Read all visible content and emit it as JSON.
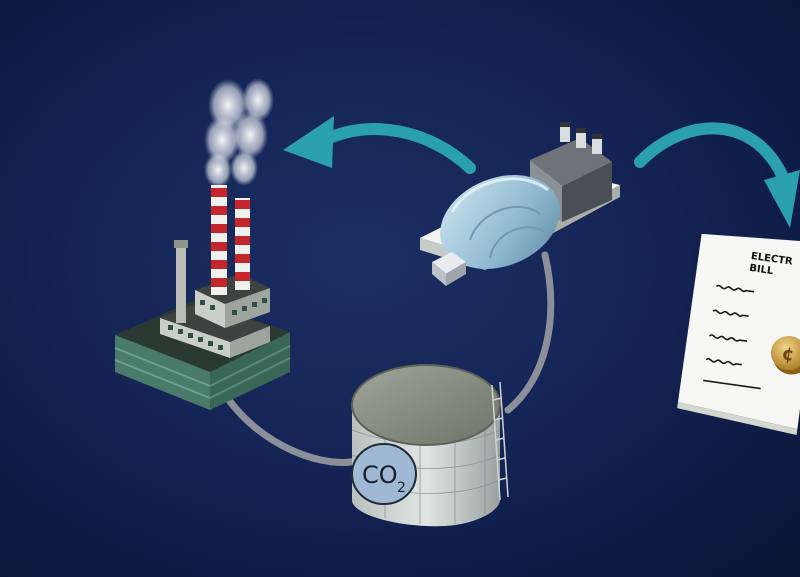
{
  "bill": {
    "title_line1": "ELECTR",
    "title_line2": "BILL",
    "coin_symbol": "¢"
  },
  "tank": {
    "label": "CO",
    "label_subscript": "2"
  },
  "colors": {
    "background": "#142455",
    "arrow": "#2a9fb0",
    "cycle_ring": "#8a8f99",
    "chimney_red": "#c4262b",
    "coin": "#c89a3a"
  },
  "icons": [
    "factory-icon",
    "generator-icon",
    "co2-tank-icon",
    "electric-bill-icon",
    "coin-icon"
  ]
}
